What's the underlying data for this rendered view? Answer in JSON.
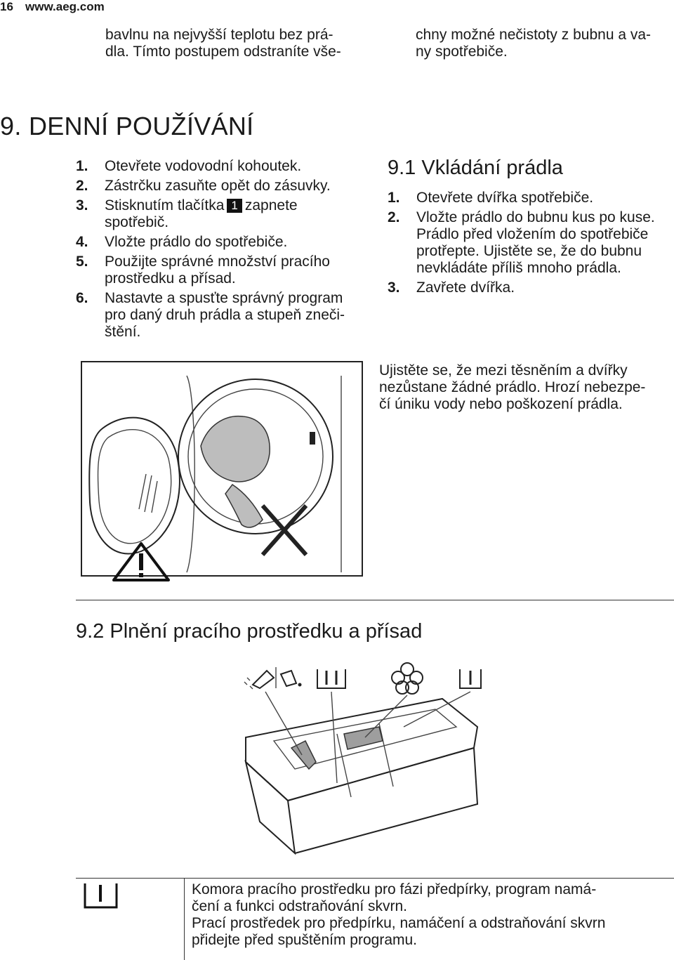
{
  "header": {
    "page_number": "16",
    "url": "www.aeg.com"
  },
  "intro": {
    "left": [
      "bavlnu na nejvyšší teplotu bez prá-",
      "dla. Tímto postupem odstraníte vše-"
    ],
    "right": [
      "chny možné nečistoty z bubnu a va-",
      "ny spotřebiče."
    ]
  },
  "section9": {
    "num": "9.",
    "title": "DENNÍ POUŽÍVÁNÍ",
    "steps": [
      {
        "n": "1.",
        "lines": [
          "Otevřete vodovodní kohoutek."
        ]
      },
      {
        "n": "2.",
        "lines": [
          "Zástrčku zasuňte opět do zásuvky."
        ]
      },
      {
        "n": "3.",
        "pre": "Stisknutím tlačítka",
        "key": "1",
        "post": "zapnete",
        "lines": [
          "spotřebič."
        ]
      },
      {
        "n": "4.",
        "lines": [
          "Vložte prádlo do spotřebiče."
        ]
      },
      {
        "n": "5.",
        "lines": [
          "Použijte správné množství pracího",
          "prostředku a přísad."
        ]
      },
      {
        "n": "6.",
        "lines": [
          "Nastavte a spusťte správný program",
          "pro daný druh prádla a stupeň zneči-",
          "štění."
        ]
      }
    ]
  },
  "section91": {
    "num": "9.1",
    "title": "Vkládání prádla",
    "steps": [
      {
        "n": "1.",
        "lines": [
          "Otevřete dvířka spotřebiče."
        ]
      },
      {
        "n": "2.",
        "lines": [
          "Vložte prádlo do bubnu kus po kuse.",
          "Prádlo před vložením do spotřebiče",
          "protřepte. Ujistěte se, že do bubnu",
          "nevkládáte příliš mnoho prádla."
        ]
      },
      {
        "n": "3.",
        "lines": [
          "Zavřete dvířka."
        ]
      }
    ],
    "warning": [
      "Ujistěte se, že mezi těsněním a dvířky",
      "nezůstane žádné prádlo. Hrozí nebezpe-",
      "čí úniku vody nebo poškození prádla."
    ]
  },
  "section92": {
    "num": "9.2",
    "title": "Plnění pracího prostředku a přísad"
  },
  "compartment": {
    "lines": [
      "Komora pracího prostředku pro fázi předpírky, program namá-",
      "čení a funkci odstraňování skvrn.",
      "Prací prostředek pro předpírku, namáčení a odstraňování skvrn",
      "přidejte před spuštěním programu."
    ]
  },
  "icons": {
    "warning": "warning-triangle-icon",
    "prewash": "prewash-compartment-icon",
    "main_wash": "main-wash-compartment-icon",
    "softener": "fabric-softener-flower-icon",
    "liquid": "liquid-detergent-icon",
    "cross": "cross-mark-icon"
  }
}
